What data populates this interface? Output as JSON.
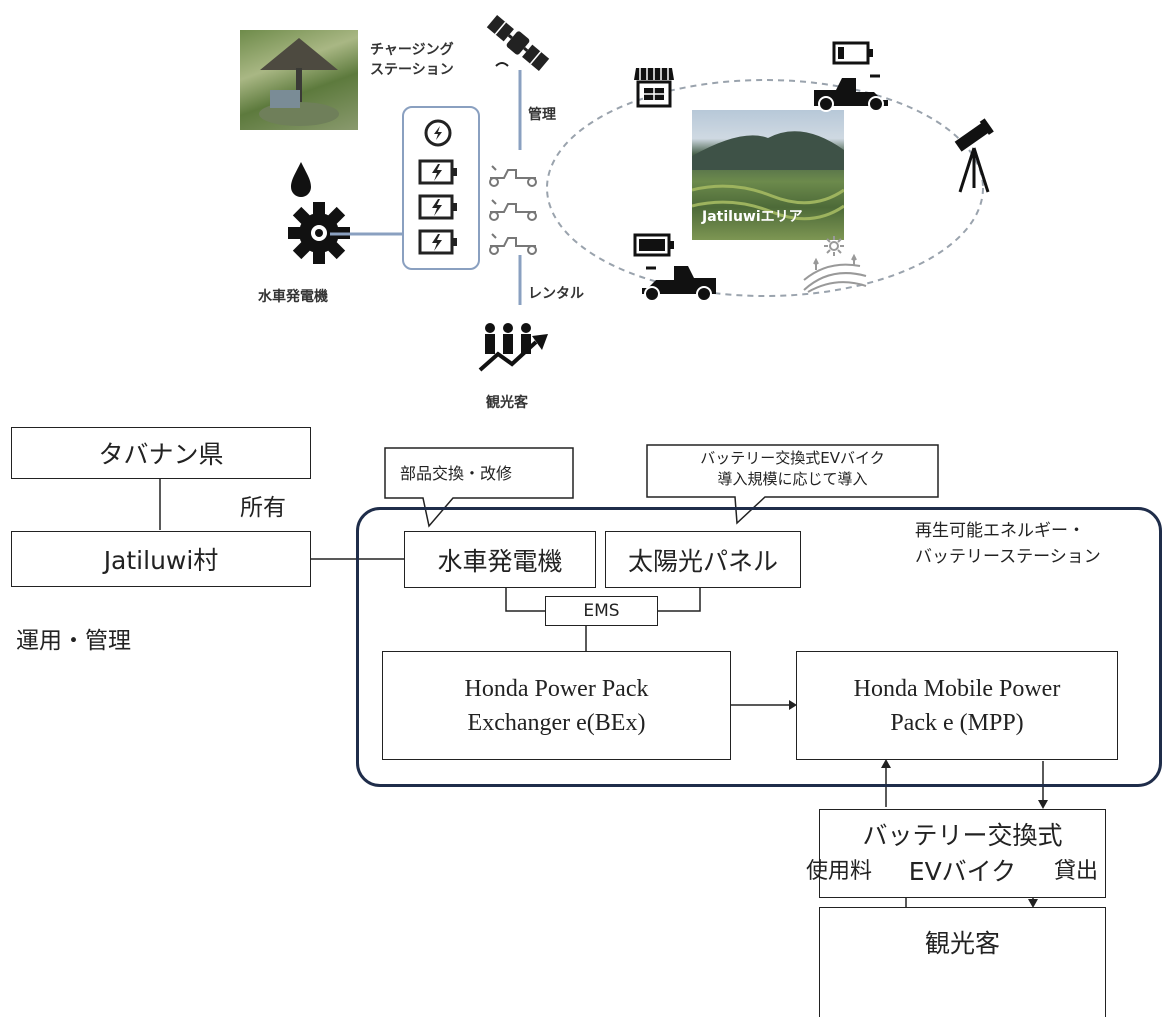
{
  "illustration": {
    "charging_station_label": "チャージング\nステーション",
    "manage_label": "管理",
    "rental_label": "レンタル",
    "generator_label": "水車発電機",
    "tourists_label": "観光客",
    "area_label": "Jatiluwiエリア"
  },
  "diagram": {
    "tabanan": "タバナン県",
    "ownership": "所有",
    "village": "Jatiluwi村",
    "operation": "運用・管理",
    "callout_parts": "部品交換・改修",
    "callout_ev": "バッテリー交換式EVバイク\n導入規模に応じて導入",
    "station_title": "再生可能エネルギー・\nバッテリーステーション",
    "water_generator": "水車発電機",
    "solar_panel": "太陽光パネル",
    "ems": "EMS",
    "bex": "Honda Power Pack\nExchanger e(BEx)",
    "mpp": "Honda Mobile Power\nPack e (MPP)",
    "ev_bike": "バッテリー交換式\nEVバイク",
    "usage_fee": "使用料",
    "lending": "貸出",
    "tourists": "観光客"
  },
  "colors": {
    "frame": "#1f2d4a",
    "line": "#222222",
    "station_outline": "#8aa0c0",
    "dashed_loop": "#9aa3ad"
  }
}
